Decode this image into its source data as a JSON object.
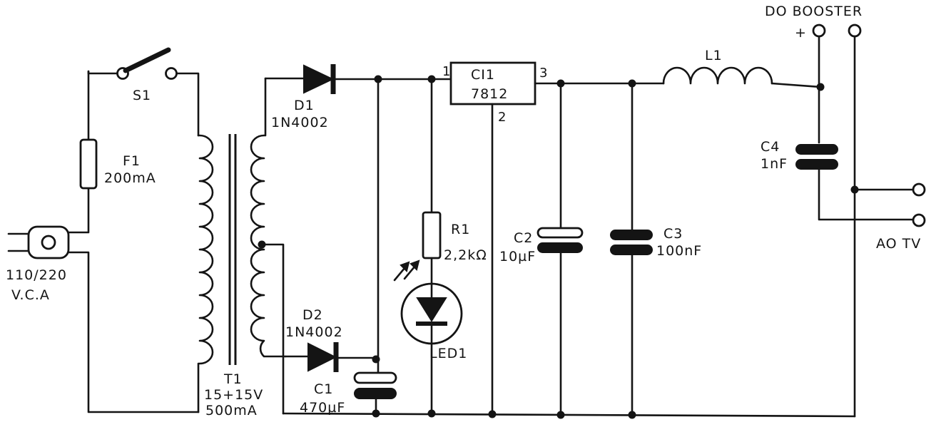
{
  "labels": {
    "power_in_line1": "110/220",
    "power_in_line2": "V.C.A",
    "switch": "S1",
    "fuse_name": "F1",
    "fuse_value": "200mA",
    "transformer_name": "T1",
    "transformer_spec1": "15+15V",
    "transformer_spec2": "500mA",
    "d1_name": "D1",
    "d1_part": "1N4002",
    "d2_name": "D2",
    "d2_part": "1N4002",
    "c1_name": "C1",
    "c1_value": "470µF",
    "r1_name": "R1",
    "r1_value": "2,2kΩ",
    "led_name": "LED1",
    "ic_name": "CI1",
    "ic_part": "7812",
    "ic_pin1": "1",
    "ic_pin2": "2",
    "ic_pin3": "3",
    "c2_name": "C2",
    "c2_value": "10µF",
    "c3_name": "C3",
    "c3_value": "100nF",
    "l1_name": "L1",
    "c4_name": "C4",
    "c4_value": "1nF",
    "booster_out": "DO BOOSTER",
    "plus_sign": "+",
    "tv_out": "AO TV"
  },
  "colors": {
    "ink": "#141414",
    "paper": "#ffffff"
  }
}
